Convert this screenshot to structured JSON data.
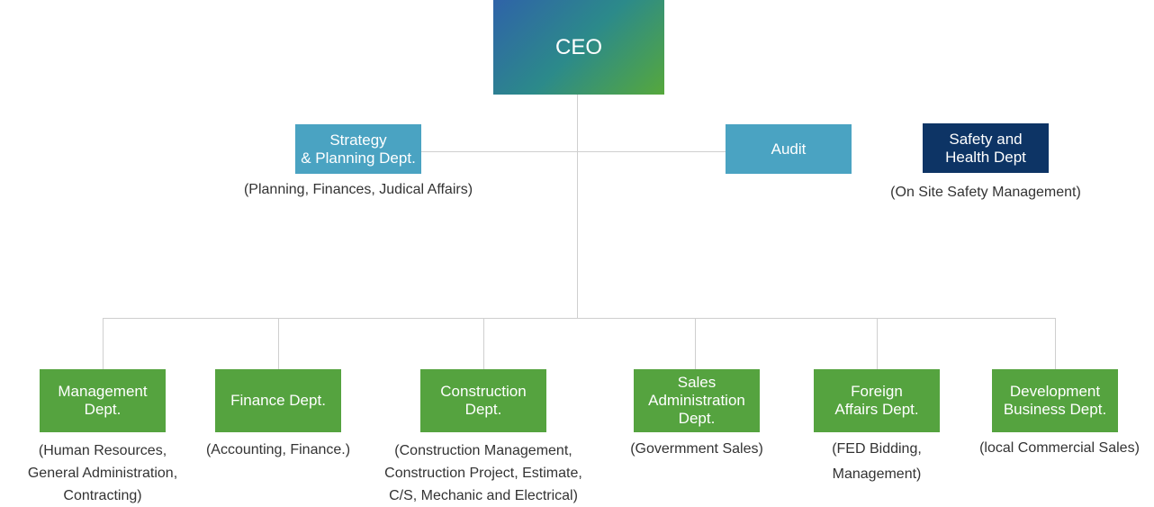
{
  "ceo": {
    "label": "CEO"
  },
  "staff": {
    "strategy": {
      "label": "Strategy\n& Planning Dept.",
      "desc": "(Planning, Finances, Judical Affairs)"
    },
    "audit": {
      "label": "Audit"
    },
    "safety": {
      "label": "Safety and\nHealth Dept",
      "desc": "(On Site Safety Management)"
    }
  },
  "departments": [
    {
      "label": "Management\nDept.",
      "desc": "(Human Resources,\nGeneral Administration,\nContracting)"
    },
    {
      "label": "Finance Dept.",
      "desc": "(Accounting, Finance.)"
    },
    {
      "label": "Construction\nDept.",
      "desc": "(Construction Management,\nConstruction Project, Estimate,\nC/S, Mechanic and Electrical)"
    },
    {
      "label": "Sales\nAdministration\nDept.",
      "desc": "(Govermment Sales)"
    },
    {
      "label": "Foreign\nAffairs Dept.",
      "desc": "(FED Bidding,\nManagement)"
    },
    {
      "label": "Development\nBusiness Dept.",
      "desc": "(local Commercial Sales)"
    }
  ],
  "colors": {
    "ceo_gradient": [
      "#2f63a8",
      "#56a83c"
    ],
    "staff_box": "#4aa3c2",
    "safety_box": "#0d3465",
    "department_box": "#55a33f",
    "connector": "#cfcfcf"
  }
}
